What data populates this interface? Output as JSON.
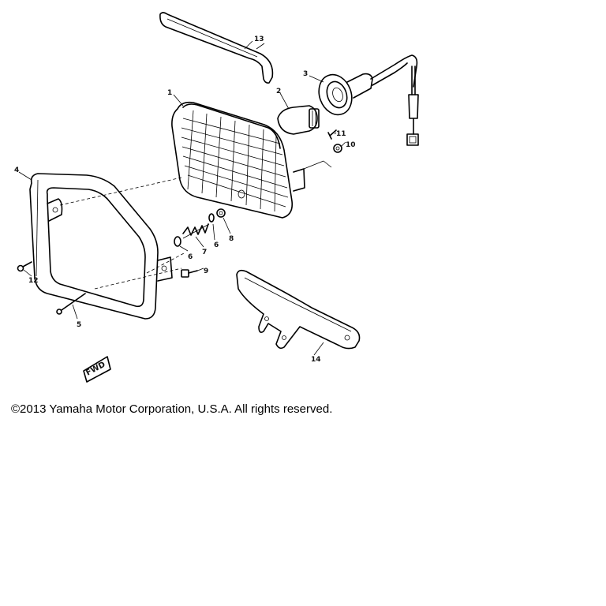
{
  "parts": [
    {
      "id": "part-1",
      "number": "1"
    },
    {
      "id": "part-2",
      "number": "2"
    },
    {
      "id": "part-3",
      "number": "3"
    },
    {
      "id": "part-4",
      "number": "4"
    },
    {
      "id": "part-5",
      "number": "5"
    },
    {
      "id": "part-6a",
      "number": "6"
    },
    {
      "id": "part-6b",
      "number": "6"
    },
    {
      "id": "part-7",
      "number": "7"
    },
    {
      "id": "part-8",
      "number": "8"
    },
    {
      "id": "part-9",
      "number": "9"
    },
    {
      "id": "part-10",
      "number": "10"
    },
    {
      "id": "part-11",
      "number": "11"
    },
    {
      "id": "part-12",
      "number": "12"
    },
    {
      "id": "part-13",
      "number": "13"
    },
    {
      "id": "part-14",
      "number": "14"
    }
  ],
  "fwd_marker": "FWD",
  "copyright": "©2013 Yamaha Motor Corporation, U.S.A. All rights reserved."
}
